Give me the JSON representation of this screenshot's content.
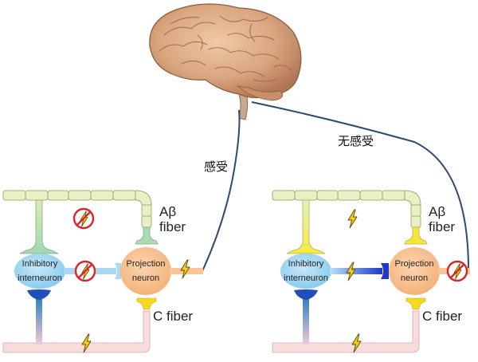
{
  "labels": {
    "perceived": "感受",
    "not_perceived": "无感受"
  },
  "left_panel": {
    "abeta_line1": "Aβ",
    "abeta_line2": "fiber",
    "c_fiber": "C fiber",
    "projection_line1": "Projection",
    "projection_line2": "neuron",
    "inhibitory_line1": "Inhibitory",
    "inhibitory_line2": "interneuron"
  },
  "right_panel": {
    "abeta_line1": "Aβ",
    "abeta_line2": "fiber",
    "c_fiber": "C fiber",
    "projection_line1": "Projection",
    "projection_line2": "neuron",
    "inhibitory_line1": "Inhibitory",
    "inhibitory_line2": "interneuron"
  },
  "icons": {
    "left": [
      "blocked-lightning-icon",
      "blocked-lightning-icon",
      "lightning-icon",
      "lightning-icon"
    ],
    "right": [
      "lightning-icon",
      "lightning-icon",
      "lightning-icon",
      "blocked-lightning-icon"
    ]
  },
  "colors": {
    "abeta_fiber_fill": "#e9f0c4",
    "abeta_fiber_stroke": "#9fb07a",
    "inhib_stem_left": "#a9dcb6",
    "inhib_stem_right": "#f0ee88",
    "inhibitory_neuron": "#a9d9f2",
    "projection_neuron": "#f9c597",
    "c_fiber_tube": "#f7dcdc",
    "c_terminal": "#f6d820",
    "pathway_line": "#2c4a78",
    "bolt": "#f2cc16",
    "block_ring": "#d6262c"
  }
}
